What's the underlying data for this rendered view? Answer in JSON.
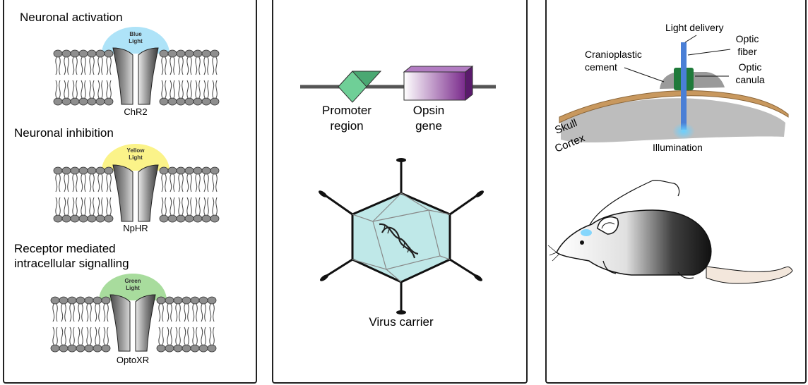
{
  "panel1": {
    "activation": {
      "heading": "Neuronal activation",
      "light": [
        "Blue",
        "Light"
      ],
      "channel": "ChR2",
      "light_color": "#aee3f8"
    },
    "inhibition": {
      "heading": "Neuronal inhibition",
      "light": [
        "Yellow",
        "Light"
      ],
      "channel": "NpHR",
      "light_color": "#fbf389"
    },
    "signalling": {
      "heading": [
        "Receptor mediated",
        "intracellular signalling"
      ],
      "light": [
        "Green",
        "Light"
      ],
      "channel": "OptoXR",
      "light_color": "#a8dc9d"
    }
  },
  "panel2": {
    "promoter_label": [
      "Promoter",
      "region"
    ],
    "opsin_label": [
      "Opsin",
      "gene"
    ],
    "virus_label": "Virus carrier",
    "promoter_color": "#5fbf8a",
    "opsin_color": "#7a2a8c",
    "capsid_color": "#bfe8e8"
  },
  "panel3": {
    "light_delivery": "Light delivery",
    "optic_fiber": [
      "Optic",
      "fiber"
    ],
    "cranioplastic": [
      "Cranioplastic",
      "cement"
    ],
    "optic_canula": [
      "Optic",
      "canula"
    ],
    "skull": "Skull",
    "cortex": "Cortex",
    "illumination": "Illumination",
    "fiber_color": "#4a7fd6",
    "canula_color": "#1f7a3a"
  }
}
